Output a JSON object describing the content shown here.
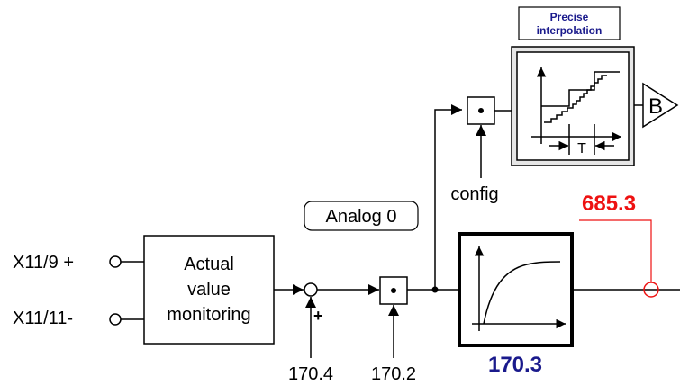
{
  "inputs": {
    "x11_9": "X11/9 +",
    "x11_11": "X11/11-"
  },
  "blocks": {
    "actual_value_monitoring": [
      "Actual",
      "value",
      "monitoring"
    ],
    "analog": "Analog 0",
    "precise_interpolation": [
      "Precise",
      "interpolation"
    ],
    "output_b": "B",
    "timer_label": "T"
  },
  "params": {
    "p170_4": "170.4",
    "p170_2": "170.2",
    "p170_3": "170.3",
    "p685_3": "685.3",
    "config": "config"
  },
  "signs": {
    "plus": "+"
  },
  "colors": {
    "red": "#ee1111",
    "blue": "#1a1a8c",
    "interp_bg": "#e6e6e6"
  }
}
